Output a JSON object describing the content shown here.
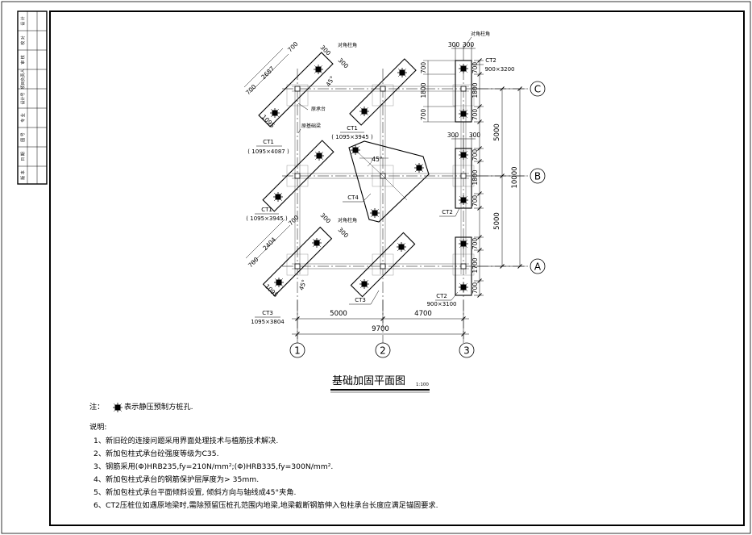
{
  "drawing": {
    "title": "基础加固平面图",
    "scale": "1:100",
    "axes_x": [
      "1",
      "2",
      "3"
    ],
    "axes_y": [
      "C",
      "B",
      "A"
    ]
  },
  "dims": {
    "bottom_span_1": "5000",
    "bottom_span_2": "4700",
    "bottom_total": "9700",
    "right_span_1": "5000",
    "right_span_2": "5000",
    "right_total": "10000",
    "ct2_top_w1": "300",
    "ct2_top_w2": "300",
    "ct2_mid_w1": "300",
    "ct2_mid_w2": "300",
    "ct2_top_d1": "700",
    "ct2_top_d2": "1800",
    "ct2_top_d3": "700",
    "ct2_mid_d1": "700",
    "ct2_mid_d2": "1800",
    "ct2_mid_d3": "700",
    "ct2_bot_d1": "700",
    "ct2_bot_d2": "1700",
    "ct2_bot_d3": "700",
    "ct1_d1": "700",
    "ct1_d2": "2687",
    "ct1_d3": "700",
    "ct1_e1": "300",
    "ct1_e2": "300",
    "ct1_w": "1095",
    "ct3_d1": "700",
    "ct3_d2": "2404",
    "ct3_d3": "700",
    "ct3_e1": "300",
    "ct3_e2": "300",
    "ct3_w": "1095",
    "angle_1": "45°",
    "angle_2": "45°",
    "angle_3": "45°"
  },
  "labels": {
    "ct1_top": "CT1",
    "ct1_top_size": "( 1095×4087 )",
    "ct1_center": "CT1",
    "ct1_center_size": "( 1095×3945 )",
    "ct1_left": "CT1",
    "ct1_left_size": "( 1095×3945 )",
    "ct2_top": "CT2",
    "ct2_top_size": "900×3200",
    "ct2_mid": "CT2",
    "ct2_bot": "CT2",
    "ct2_bot_size": "900×3100",
    "ct3_left": "CT3",
    "ct3_left_size": "1095×3804",
    "ct3_center": "CT3",
    "ct4": "CT4",
    "orig_cap": "原承台",
    "orig_beam": "原基础梁",
    "diag_corner_1": "对角柱角",
    "diag_corner_2": "对角柱角",
    "diag_corner_3": "对角柱角"
  },
  "notes": {
    "legend_prefix": "注：",
    "legend_text": "表示静压预制方桩孔.",
    "heading": "说明:",
    "items": [
      "1、新旧砼的连接问题采用界面处理技术与植筋技术解决.",
      "2、新加包柱式承台砼强度等级为C35.",
      "3、钢筋采用(Φ)HRB235,fy=210N/mm²;(Φ)HRB335,fy=300N/mm².",
      "4、新加包柱式承台的钢筋保护层厚度为> 35mm.",
      "5、新加包柱式承台平面倾斜设置, 倾斜方向与轴线成45°夹角.",
      "6、CT2压桩位如遇原地梁时,需除预留压桩孔范围内地梁,地梁截断钢筋伸入包柱承台长度应满足锚固要求."
    ]
  },
  "title_block": {
    "cells": [
      "设 计",
      "校 对",
      "审 核",
      "项目负责人",
      "设计号",
      "专 业",
      "图 号",
      "日 期",
      "版 本"
    ]
  }
}
